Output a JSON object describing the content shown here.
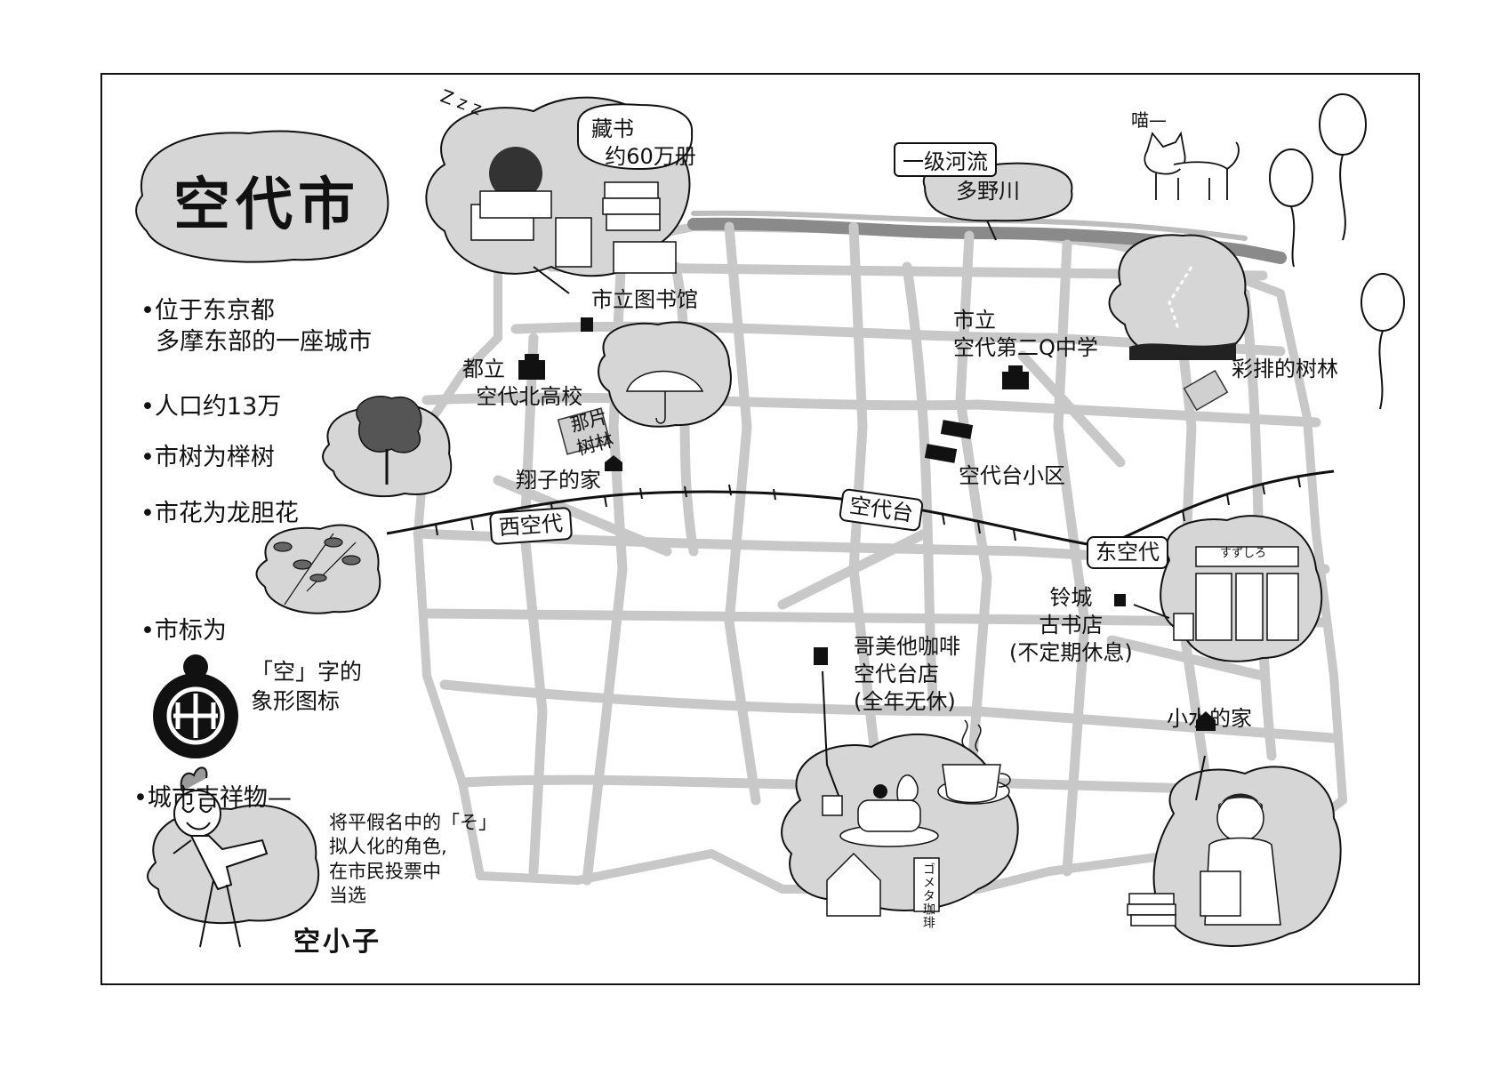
{
  "title": "空代市",
  "info": {
    "location": "•位于东京都\n  多摩东部的一座城市",
    "population": "•人口约13万",
    "tree": "•市树为榉树",
    "flower": "•市花为龙胆花",
    "emblem_intro": "•市标为",
    "emblem_desc": "「空」字的\n象形图标",
    "mascot_intro": "•城市吉祥物—",
    "mascot_desc": "将平假名中的「そ」\n拟人化的角色,\n在市民投票中\n当选",
    "mascot_name": "空小子"
  },
  "bubbles": {
    "library_books": "藏书\n  约60万册",
    "river_tag": "一级河流",
    "river_name": "多野川",
    "cat_sound": "喵—",
    "zzz": "Z z z"
  },
  "places": {
    "library": "市立图书馆",
    "north_high": "都立\n  空代北高校",
    "forest": "那片\n树林",
    "shoko_home": "翔子的家",
    "junior_high": "市立\n空代第二Q中学",
    "colorful_forest": "彩排的树林",
    "residential": "空代台小区",
    "bookstore": "铃城\n古书店\n(不定期休息)",
    "cafe": "哥美他咖啡\n空代台店\n(全年无休)",
    "komizu_home": "小水的家"
  },
  "stations": {
    "west": "西空代",
    "center": "空代台",
    "east": "东空代"
  },
  "signs": {
    "cafe_sign": "ゴメタ珈琲",
    "bookstore_sign": "すずしろ"
  },
  "colors": {
    "ink": "#111111",
    "road": "#c8c8c8",
    "bubble": "#d6d6d6",
    "river": "#8a8a8a"
  }
}
